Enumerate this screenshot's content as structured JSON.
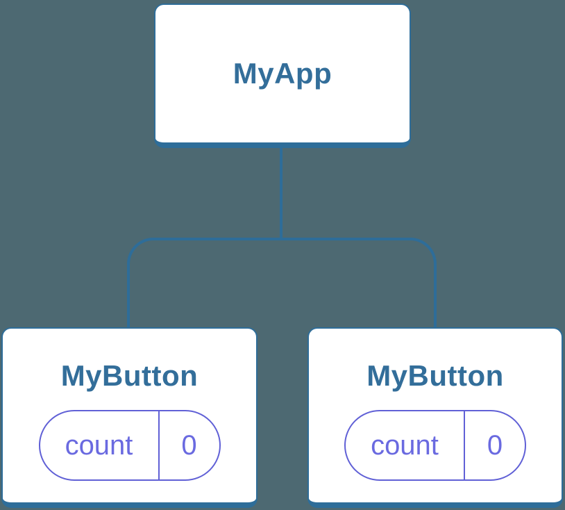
{
  "diagram": {
    "type": "component-tree",
    "root": {
      "label": "MyApp"
    },
    "children": [
      {
        "label": "MyButton",
        "state_pill": {
          "key": "count",
          "value": "0"
        }
      },
      {
        "label": "MyButton",
        "state_pill": {
          "key": "count",
          "value": "0"
        }
      }
    ],
    "colors": {
      "background": "#4d6972",
      "node_background": "#ffffff",
      "node_border": "#2e6d99",
      "node_title_text": "#336e9a",
      "connector": "#2e6d99",
      "state_pill_border": "#6060d6",
      "state_pill_text": "#6a6ae0"
    }
  }
}
